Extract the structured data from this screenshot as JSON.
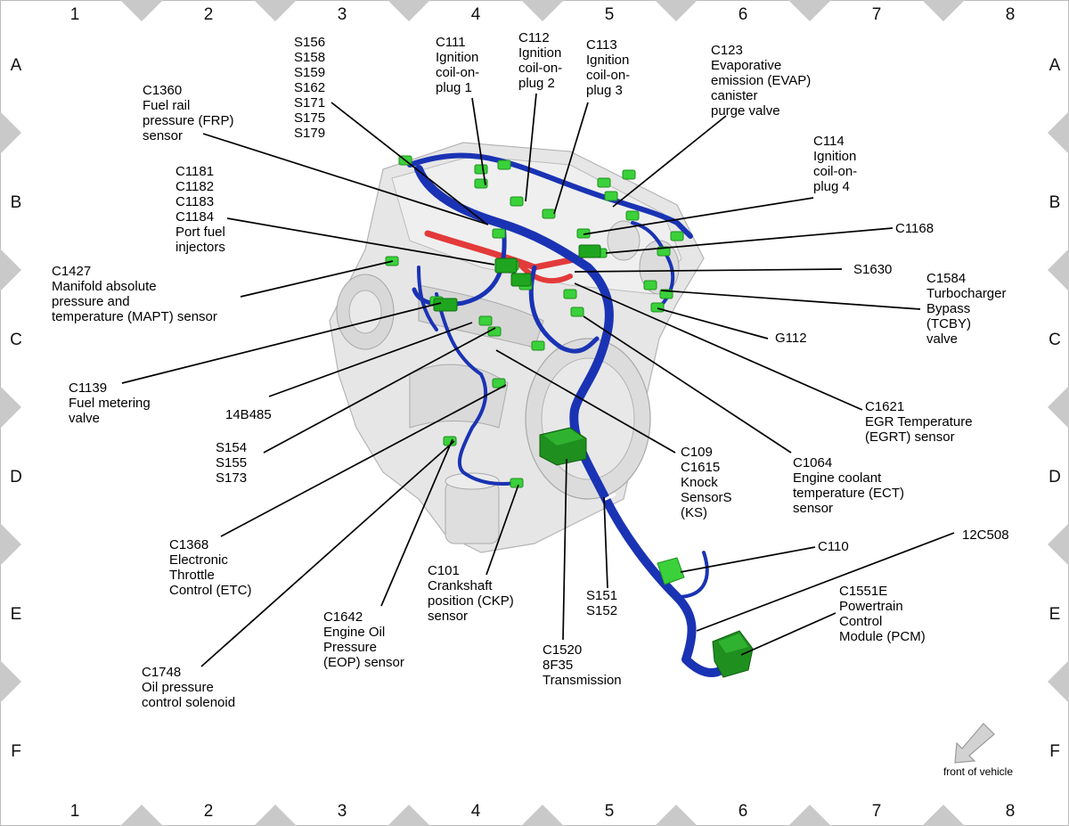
{
  "grid": {
    "columns": [
      "1",
      "2",
      "3",
      "4",
      "5",
      "6",
      "7",
      "8"
    ],
    "rows": [
      "A",
      "B",
      "C",
      "D",
      "E",
      "F"
    ]
  },
  "callouts": [
    {
      "id": "c1360",
      "lines": [
        "C1360",
        "Fuel rail",
        "pressure (FRP)",
        "sensor"
      ]
    },
    {
      "id": "s156",
      "lines": [
        "S156",
        "S158",
        "S159",
        "S162",
        "S171",
        "S175",
        "S179"
      ]
    },
    {
      "id": "c111",
      "lines": [
        "C111",
        "Ignition",
        "coil-on-",
        "plug 1"
      ]
    },
    {
      "id": "c112",
      "lines": [
        "C112",
        "Ignition",
        "coil-on-",
        "plug 2"
      ]
    },
    {
      "id": "c113",
      "lines": [
        "C113",
        "Ignition",
        "coil-on-",
        "plug 3"
      ]
    },
    {
      "id": "c123",
      "lines": [
        "C123",
        "Evaporative",
        "emission (EVAP)",
        "canister",
        "purge valve"
      ]
    },
    {
      "id": "c114",
      "lines": [
        "C114",
        "Ignition",
        "coil-on-",
        "plug 4"
      ]
    },
    {
      "id": "c1181",
      "lines": [
        "C1181",
        "C1182",
        "C1183",
        "C1184",
        "Port fuel",
        "injectors"
      ]
    },
    {
      "id": "c1168",
      "lines": [
        "C1168"
      ]
    },
    {
      "id": "c1427",
      "lines": [
        "C1427",
        "Manifold absolute",
        "pressure and",
        "temperature (MAPT) sensor"
      ]
    },
    {
      "id": "s1630",
      "lines": [
        "S1630"
      ]
    },
    {
      "id": "c1584",
      "lines": [
        "C1584",
        "Turbocharger",
        "Bypass",
        "(TCBY)",
        "valve"
      ]
    },
    {
      "id": "g112",
      "lines": [
        "G112"
      ]
    },
    {
      "id": "c1139",
      "lines": [
        "C1139",
        "Fuel metering",
        "valve"
      ]
    },
    {
      "id": "14b485",
      "lines": [
        "14B485"
      ]
    },
    {
      "id": "c1621",
      "lines": [
        "C1621",
        "EGR Temperature",
        "(EGRT) sensor"
      ]
    },
    {
      "id": "s154",
      "lines": [
        "S154",
        "S155",
        "S173"
      ]
    },
    {
      "id": "c109",
      "lines": [
        "C109",
        "C1615",
        "Knock",
        "SensorS",
        "(KS)"
      ]
    },
    {
      "id": "c1064",
      "lines": [
        "C1064",
        "Engine coolant",
        "temperature (ECT)",
        "sensor"
      ]
    },
    {
      "id": "c1368",
      "lines": [
        "C1368",
        "Electronic",
        "Throttle",
        "Control (ETC)"
      ]
    },
    {
      "id": "c110",
      "lines": [
        "C110"
      ]
    },
    {
      "id": "12c508",
      "lines": [
        "12C508"
      ]
    },
    {
      "id": "c1642",
      "lines": [
        "C1642",
        "Engine Oil",
        "Pressure",
        "(EOP) sensor"
      ]
    },
    {
      "id": "c101",
      "lines": [
        "C101",
        "Crankshaft",
        "position (CKP)",
        "sensor"
      ]
    },
    {
      "id": "s151",
      "lines": [
        "S151",
        "S152"
      ]
    },
    {
      "id": "c1551e",
      "lines": [
        "C1551E",
        "Powertrain",
        "Control",
        "Module (PCM)"
      ]
    },
    {
      "id": "c1520",
      "lines": [
        "C1520",
        "8F35",
        "Transmission"
      ]
    },
    {
      "id": "c1748",
      "lines": [
        "C1748",
        "Oil pressure",
        "control solenoid"
      ]
    }
  ],
  "orientation": {
    "text": "front of vehicle"
  },
  "colors": {
    "harness": "#1a33b4",
    "connector": "#3ad13a",
    "connector_dark": "#1f8f1f",
    "fuel_rail": "#e33a3a",
    "frame": "#c9c9c9",
    "engine": "#e2e2e2"
  }
}
